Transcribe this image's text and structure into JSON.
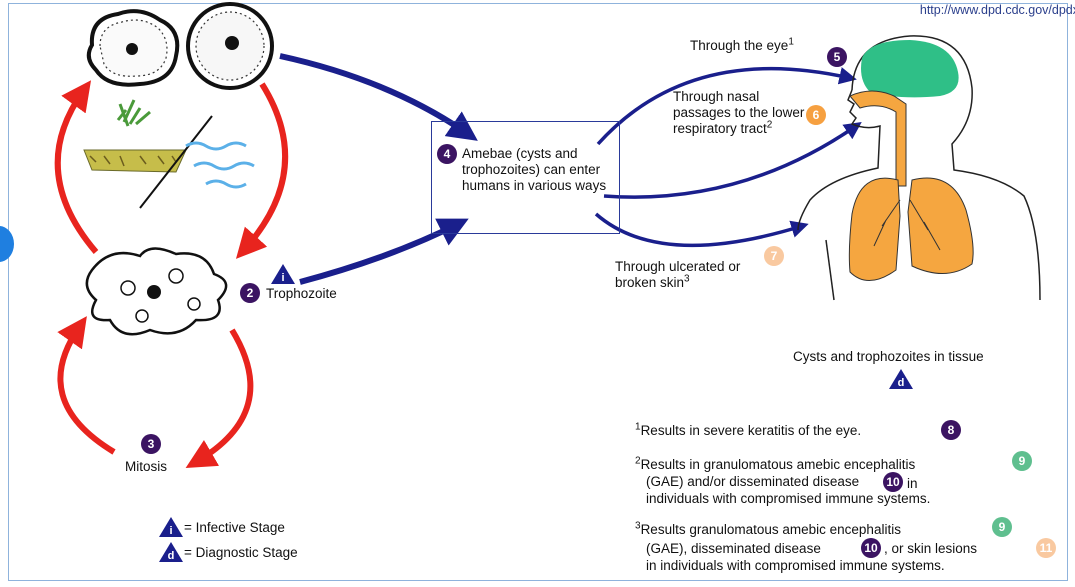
{
  "source_url": "http://www.dpd.cdc.gov/dpdx",
  "stages": {
    "trophozoite": {
      "num": "2",
      "label": "Trophozoite"
    },
    "mitosis": {
      "num": "3",
      "label": "Mitosis"
    },
    "amebae": {
      "num": "4",
      "label": "Amebae (cysts and trophozoites) can enter humans in various ways"
    },
    "infective_marker": "i",
    "diagnostic_marker": "d"
  },
  "routes": {
    "eye": {
      "label": "Through the eye",
      "sup": "1",
      "num": "5"
    },
    "nasal": {
      "label": "Through nasal passages to the lower respiratory tract",
      "sup": "2",
      "num": "6"
    },
    "skin": {
      "label": "Through ulcerated or broken skin",
      "sup": "3",
      "num": "7"
    }
  },
  "tissue_label": "Cysts and trophozoites in tissue",
  "notes": [
    {
      "sup": "1",
      "text_a": "Results in severe keratitis of the eye.",
      "badge_a": "8"
    },
    {
      "sup": "2",
      "text_a": "Results in granulomatous amebic encephalitis",
      "badge_a": "9",
      "text_b": "(GAE) and/or disseminated disease",
      "badge_b": "10",
      "text_c": "in",
      "text_d": "individuals with compromised immune systems."
    },
    {
      "sup": "3",
      "text_a": "Results granulomatous amebic encephalitis",
      "badge_a": "9",
      "text_b": "(GAE), disseminated disease",
      "badge_b": "10",
      "text_c": ", or skin lesions",
      "badge_c": "11",
      "text_d": "in individuals with compromised immune systems."
    }
  ],
  "legend": {
    "infective": "= Infective Stage",
    "diagnostic": "= Diagnostic Stage"
  },
  "colors": {
    "purple": "#3b1462",
    "red": "#e8241e",
    "navy": "#1a1f8c",
    "lung": "#f5a640",
    "brain": "#2fbf87"
  }
}
